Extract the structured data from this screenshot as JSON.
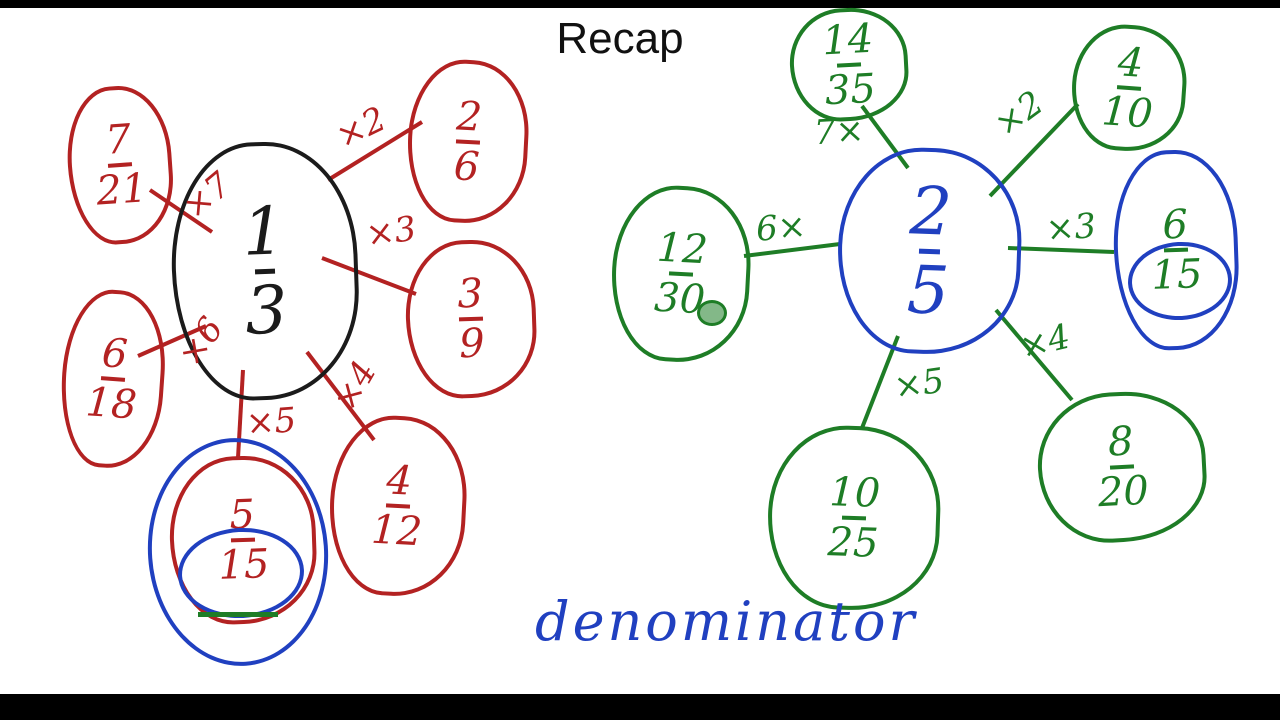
{
  "title": "Recap",
  "caption": "denominator",
  "colors": {
    "left_ink": "#b32222",
    "center_left_ink": "#1b1b1b",
    "right_ink": "#1e7d26",
    "center_right_ink": "#2040c0",
    "emphasis": "#2040c0",
    "background": "#ffffff",
    "letterbox": "#000000"
  },
  "left": {
    "center": {
      "num": "1",
      "den": "3"
    },
    "satellites": [
      {
        "num": "7",
        "den": "21",
        "label": "×7"
      },
      {
        "num": "2",
        "den": "6",
        "label": "×2"
      },
      {
        "num": "3",
        "den": "9",
        "label": "×3"
      },
      {
        "num": "6",
        "den": "18",
        "label": "×6"
      },
      {
        "num": "5",
        "den": "15",
        "label": "×5"
      },
      {
        "num": "4",
        "den": "12",
        "label": "×4"
      }
    ]
  },
  "right": {
    "center": {
      "num": "2",
      "den": "5"
    },
    "satellites": [
      {
        "num": "14",
        "den": "35",
        "label": "7×"
      },
      {
        "num": "4",
        "den": "10",
        "label": "×2"
      },
      {
        "num": "6",
        "den": "15",
        "label": "×3"
      },
      {
        "num": "12",
        "den": "30",
        "label": "6×"
      },
      {
        "num": "8",
        "den": "20",
        "label": "×4"
      },
      {
        "num": "10",
        "den": "25",
        "label": "×5"
      }
    ]
  }
}
